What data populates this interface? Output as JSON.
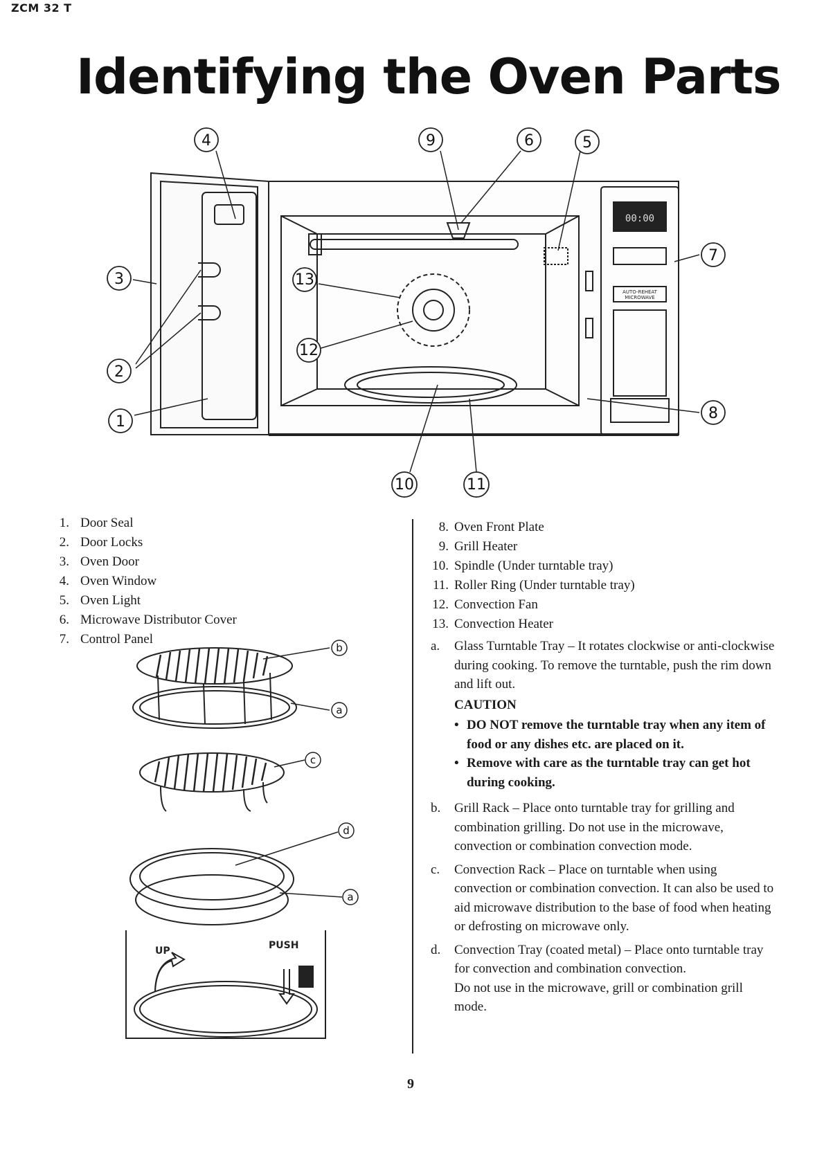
{
  "header": {
    "model": "ZCM 32 T"
  },
  "title": "Identifying the Oven Parts",
  "diagram": {
    "callouts": [
      "1",
      "2",
      "3",
      "4",
      "5",
      "6",
      "7",
      "8",
      "9",
      "10",
      "11",
      "12",
      "13"
    ],
    "display": "00:00",
    "panel_text_1": "AUTO-REHEAT",
    "panel_text_2": "MICROWAVE"
  },
  "accessory_diagram": {
    "callouts": [
      "b",
      "a",
      "c",
      "d",
      "a"
    ],
    "up_label": "UP",
    "push_label": "PUSH"
  },
  "parts_left": [
    {
      "num": "1.",
      "label": "Door Seal"
    },
    {
      "num": "2.",
      "label": "Door Locks"
    },
    {
      "num": "3.",
      "label": "Oven Door"
    },
    {
      "num": "4.",
      "label": "Oven Window"
    },
    {
      "num": "5.",
      "label": "Oven Light"
    },
    {
      "num": "6.",
      "label": "Microwave Distributor Cover"
    },
    {
      "num": "7.",
      "label": "Control Panel"
    }
  ],
  "parts_right": [
    {
      "num": "8.",
      "label": "Oven Front Plate"
    },
    {
      "num": "9.",
      "label": "Grill Heater"
    },
    {
      "num": "10.",
      "label": "Spindle (Under turntable tray)"
    },
    {
      "num": "11.",
      "label": "Roller Ring (Under turntable tray)"
    },
    {
      "num": "12.",
      "label": "Convection Fan"
    },
    {
      "num": "13.",
      "label": "Convection Heater"
    }
  ],
  "notes": {
    "a": {
      "letter": "a.",
      "text": "Glass Turntable Tray – It rotates clockwise or anti-clockwise during cooking. To remove the turntable, push the rim down and lift out.",
      "caution_heading": "CAUTION",
      "caution_items": [
        "DO NOT remove the turntable tray when any item of food or any dishes etc. are placed on it.",
        "Remove with care as the turntable tray can get hot during cooking."
      ]
    },
    "b": {
      "letter": "b.",
      "text": "Grill Rack – Place onto turntable tray for grilling and combination grilling. Do not use in the microwave, convection or combination convection mode."
    },
    "c": {
      "letter": "c.",
      "text": "Convection Rack – Place on turntable when using convection or combination convection. It can also be used to aid microwave distribution to the base of food when heating or defrosting on microwave only."
    },
    "d": {
      "letter": "d.",
      "text": "Convection Tray (coated metal) – Place onto turntable tray for convection and combination convection.",
      "extra": "Do not use in the microwave, grill or combination grill mode."
    }
  },
  "page_number": "9"
}
